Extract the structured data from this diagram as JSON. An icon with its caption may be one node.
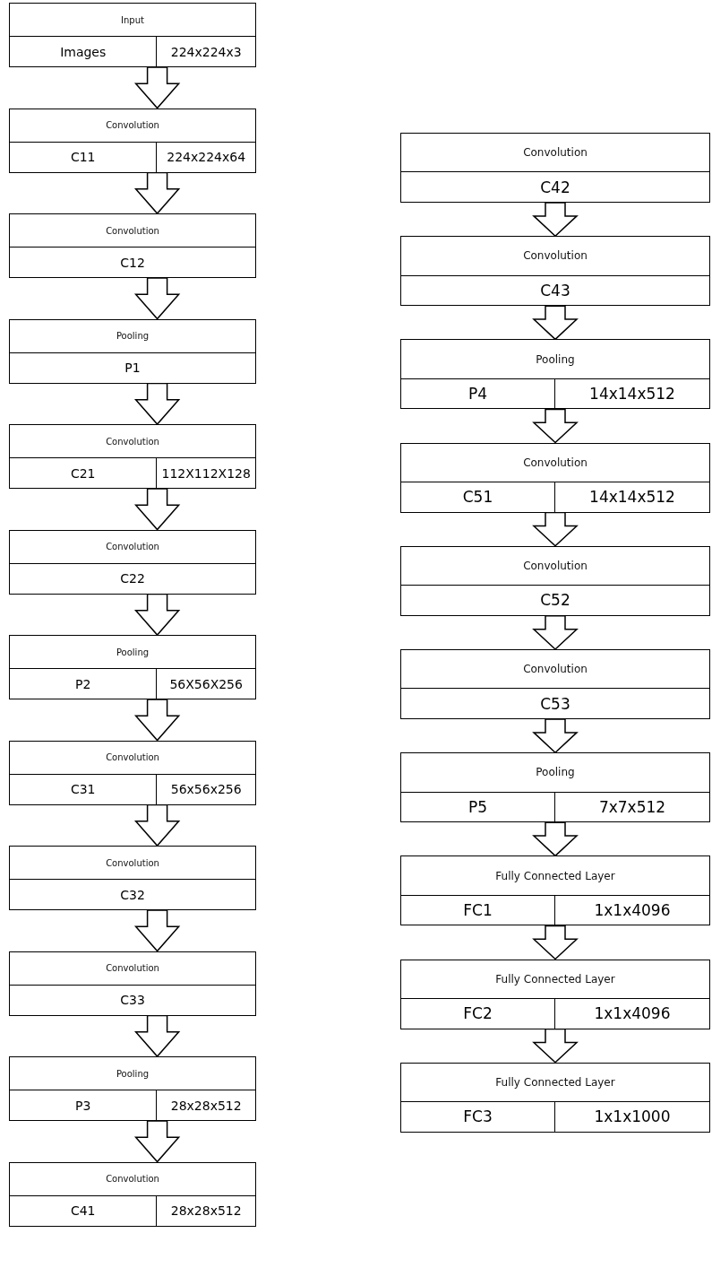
{
  "diagram": {
    "nodes": [
      {
        "text": [
          "Input",
          "Images",
          "224x224x3"
        ]
      },
      {
        "text": [
          "Convolution",
          "C11",
          "224x224x64"
        ]
      },
      {
        "text": [
          "Convolution",
          "C12"
        ]
      },
      {
        "text": [
          "Pooling",
          "P1"
        ]
      },
      {
        "text": [
          "Convolution",
          "C21",
          "112X112X128"
        ]
      },
      {
        "text": [
          "Convolution",
          "C22"
        ]
      },
      {
        "text": [
          "Pooling",
          "P2",
          "56X56X256"
        ]
      },
      {
        "text": [
          "Convolution",
          "C31",
          "56x56x256"
        ]
      },
      {
        "text": [
          "Convolution",
          "C32"
        ]
      },
      {
        "text": [
          "Convolution",
          "C33"
        ]
      },
      {
        "text": [
          "Pooling",
          "P3",
          "28x28x512"
        ]
      },
      {
        "text": [
          "Convolution",
          "C41",
          "28x28x512"
        ]
      },
      {
        "text": [
          "Convolution",
          "C42"
        ]
      },
      {
        "text": [
          "Convolution",
          "C43"
        ]
      },
      {
        "text": [
          "Pooling",
          "P4",
          "14x14x512"
        ]
      },
      {
        "text": [
          "Convolution",
          "C51",
          "14x14x512"
        ]
      },
      {
        "text": [
          "Convolution",
          "C52"
        ]
      },
      {
        "text": [
          "Convolution",
          "C53"
        ]
      },
      {
        "text": [
          "Pooling",
          "P5",
          "7x7x512"
        ]
      },
      {
        "text": [
          "Fully Connected Layer",
          "FC1",
          "1x1x4096"
        ]
      },
      {
        "text": [
          "Fully Connected Layer",
          "FC2",
          "1x1x4096"
        ]
      },
      {
        "text": [
          "Fully Connected Layer",
          "FC3",
          "1x1x1000"
        ]
      }
    ],
    "edges": [
      {
        "from": 0,
        "to": 1,
        "arrow": "to"
      },
      {
        "from": 1,
        "to": 2,
        "arrow": "to"
      },
      {
        "from": 2,
        "to": 3,
        "arrow": "to"
      },
      {
        "from": 3,
        "to": 4,
        "arrow": "to"
      },
      {
        "from": 4,
        "to": 5,
        "arrow": "to"
      },
      {
        "from": 5,
        "to": 6,
        "arrow": "to"
      },
      {
        "from": 6,
        "to": 7,
        "arrow": "to"
      },
      {
        "from": 7,
        "to": 8,
        "arrow": "to"
      },
      {
        "from": 8,
        "to": 9,
        "arrow": "to"
      },
      {
        "from": 9,
        "to": 10,
        "arrow": "to"
      },
      {
        "from": 10,
        "to": 11,
        "arrow": "to"
      },
      {
        "from": 12,
        "to": 13,
        "arrow": "to"
      },
      {
        "from": 13,
        "to": 14,
        "arrow": "to"
      },
      {
        "from": 14,
        "to": 15,
        "arrow": "to"
      },
      {
        "from": 15,
        "to": 16,
        "arrow": "to"
      },
      {
        "from": 16,
        "to": 17,
        "arrow": "to"
      },
      {
        "from": 17,
        "to": 18,
        "arrow": "to"
      },
      {
        "from": 18,
        "to": 19,
        "arrow": "to"
      },
      {
        "from": 19,
        "to": 20,
        "arrow": "to"
      },
      {
        "from": 20,
        "to": 21,
        "arrow": "to"
      }
    ]
  }
}
